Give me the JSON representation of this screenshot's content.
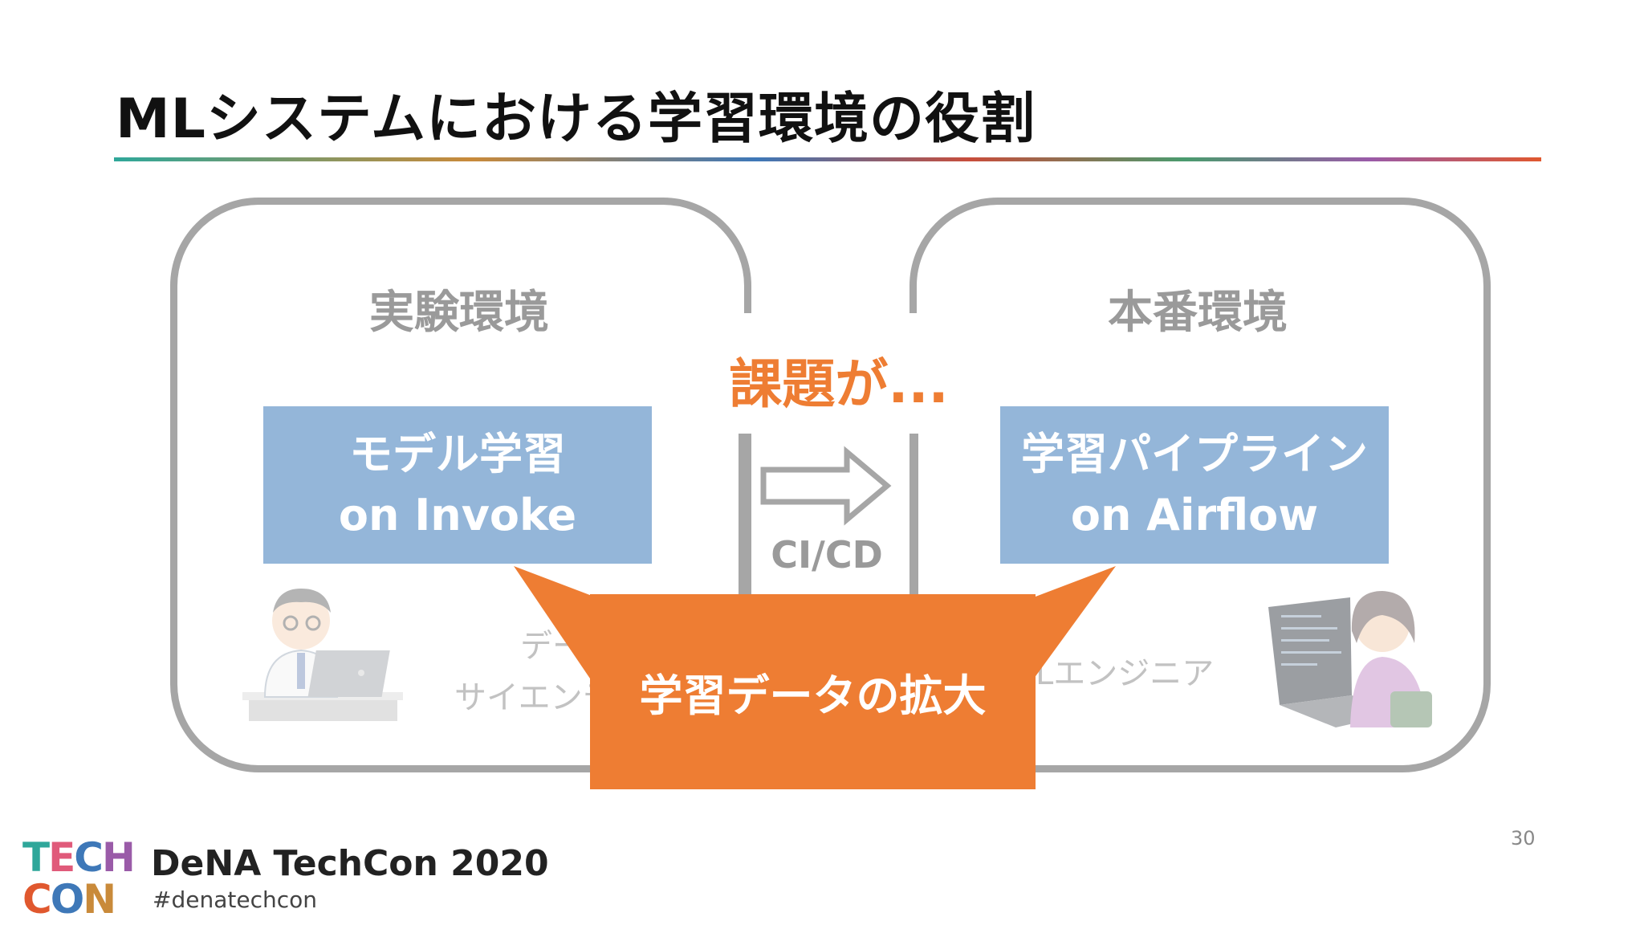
{
  "slide": {
    "title": "MLシステムにおける学習環境の役割",
    "page_number": "30"
  },
  "left_env": {
    "title": "実験環境",
    "box_line1": "モデル学習",
    "box_line2": "on Invoke",
    "person_label_line1": "デー",
    "person_label_line2": "サイエンテ"
  },
  "right_env": {
    "title": "本番環境",
    "box_line1": "学習パイプライン",
    "box_line2": "on Airflow",
    "person_label": "Lエンジニア"
  },
  "middle": {
    "issue_text": "課題が...",
    "cicd_label": "CI/CD"
  },
  "callout": {
    "text": "学習データの拡大"
  },
  "footer": {
    "logo_row1": [
      "T",
      "E",
      "C",
      "H"
    ],
    "logo_row2": [
      "C",
      "O",
      "N"
    ],
    "brand": "DeNA TechCon 2020",
    "hashtag": "#denatechcon"
  },
  "colors": {
    "accent_orange": "#ee7d33",
    "box_blue": "#94b6d9",
    "border_gray": "#a6a6a6"
  }
}
